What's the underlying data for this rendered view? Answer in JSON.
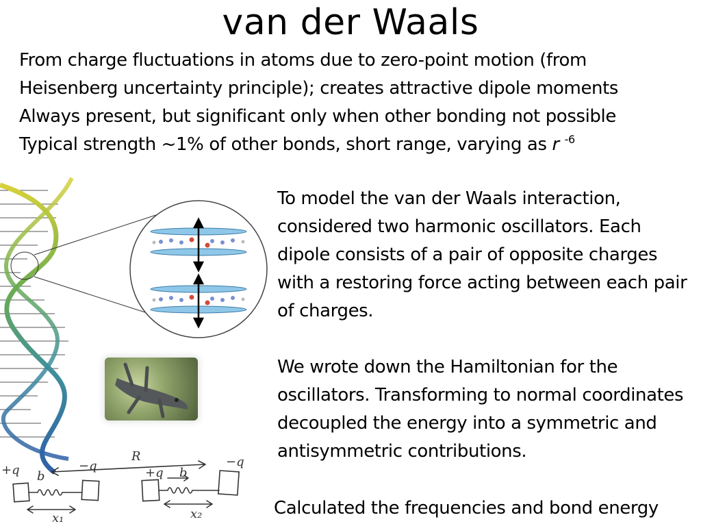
{
  "title": "van der Waals",
  "bullets": [
    "From charge fluctuations in atoms due to zero-point motion (from",
    "Heisenberg uncertainty principle); creates attractive dipole moments",
    "Always present, but significant only when other bonding not possible",
    "Typical strength ~1% of other bonds, short range, varying as "
  ],
  "bullet_r_symbol": "r",
  "bullet_r_exponent": "-6",
  "paragraph1": "To model the van der Waals interaction, considered two harmonic oscillators. Each dipole consists of a pair of opposite charges with a restoring force acting between each pair of charges.",
  "paragraph2": "We wrote down the Hamiltonian for the oscillators. Transforming to normal coordinates decoupled  the energy into a symmetric and antisymmetric contributions.",
  "footer": "Calculated the frequencies and bond energy",
  "sketch_labels": {
    "plus_q_left": "+q",
    "b_left": "b",
    "minus_q_left": "−q",
    "R": "R",
    "plus_q_right": "+q",
    "b_right": "b",
    "minus_q_right": "−q",
    "x1": "x₁",
    "x2": "x₂"
  },
  "colors": {
    "helix_yellow": "#d8d13a",
    "helix_green": "#6fae4f",
    "helix_teal": "#3f8f9c",
    "helix_blue": "#2f5fa8",
    "disk_blue": "#8fc7e8"
  }
}
